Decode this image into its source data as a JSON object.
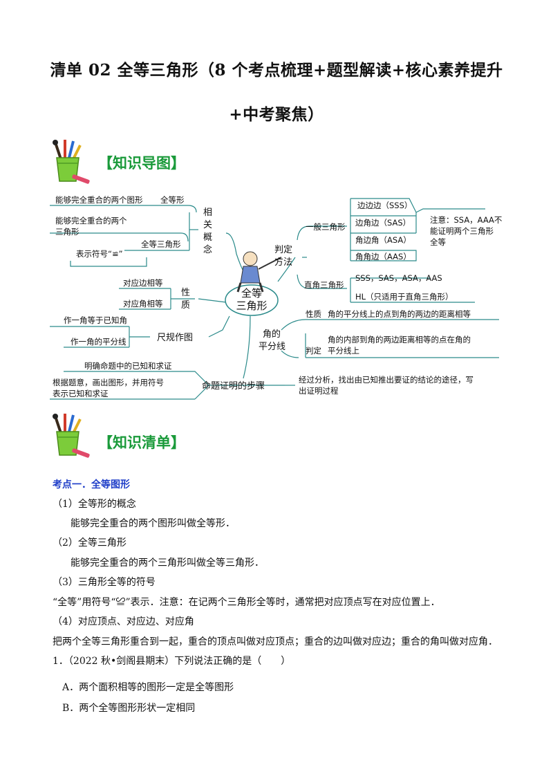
{
  "title": {
    "line1": "清单 02  全等三角形（8 个考点梳理+题型解读+核心素养提升",
    "line2": "+中考聚焦）"
  },
  "section_map": {
    "label": "【知识导图】"
  },
  "mindmap": {
    "center": [
      "全等",
      "三角形"
    ],
    "branch_related": [
      "相",
      "关",
      "概",
      "念"
    ],
    "def_congruent_figure": "能够完全重合的两个图形",
    "congruent_figure": "全等形",
    "def_congruent_tri_1": "能够完全重合的两个",
    "def_congruent_tri_2": "三角形",
    "congruent_triangle": "全等三角形",
    "symbol_text": "表示符号“≌”",
    "branch_property": [
      "性",
      "质"
    ],
    "corresponding_sides": "对应边相等",
    "corresponding_angles": "对应角相等",
    "branch_construction": "尺规作图",
    "construct_angle": "作一角等于已知角",
    "construct_bisector": "作一角的平分线",
    "branch_proof": "命题证明的步骤",
    "proof_step1": "明确命题中的已知和求证",
    "proof_step2_1": "根据题意，画出图形，并用符号",
    "proof_step2_2": "表示已知和求证",
    "proof_step3_1": "经过分析，找出由已知推出要证的结论的途径，写",
    "proof_step3_2": "出证明过程",
    "branch_method": [
      "判定",
      "方法"
    ],
    "general_triangle": "一般三角形",
    "sss": "边边边（SSS）",
    "sas": "边角边（SAS）",
    "asa": "角边角（ASA）",
    "aas": "角角边（AAS）",
    "note_1": "注意：SSA，AAA不",
    "note_2": "能证明两个三角形",
    "note_3": "全等",
    "right_triangle": "直角三角形",
    "right_methods": "SSS，SAS，ASA，AAS",
    "hl": "HL（只适用于直角三角形）",
    "branch_bisector": [
      "角的",
      "平分线"
    ],
    "property_label": "性质",
    "property_text": "角的平分线上的点到角的两边的距离相等",
    "judge_label": "判定",
    "judge_text_1": "角的内部到角的两边距离相等的点在角的",
    "judge_text_2": "平分线上"
  },
  "section_list": {
    "label": "【知识清单】"
  },
  "content": {
    "kp1": "考点一．全等图形",
    "p1": "（1）全等形的概念",
    "p2": "能够完全重合的两个图形叫做全等形．",
    "p3": "（2）全等三角形",
    "p4": "能够完全重合的两个三角形叫做全等三角形．",
    "p5": "（3）三角形全等的符号",
    "p6": "“全等”用符号“≌”表示．注意：在记两个三角形全等时，通常把对应顶点写在对应位置上．",
    "p7": "（4）对应顶点、对应边、对应角",
    "p8": "把两个全等三角形重合到一起，重合的顶点叫做对应顶点；重合的边叫做对应边；重合的角叫做对应角．",
    "q1": "1．（2022 秋•剑阁县期末）下列说法正确的是（　　）",
    "optA": "A．两个面积相等的图形一定是全等图形",
    "optB": "B．两个全等图形形状一定相同"
  }
}
